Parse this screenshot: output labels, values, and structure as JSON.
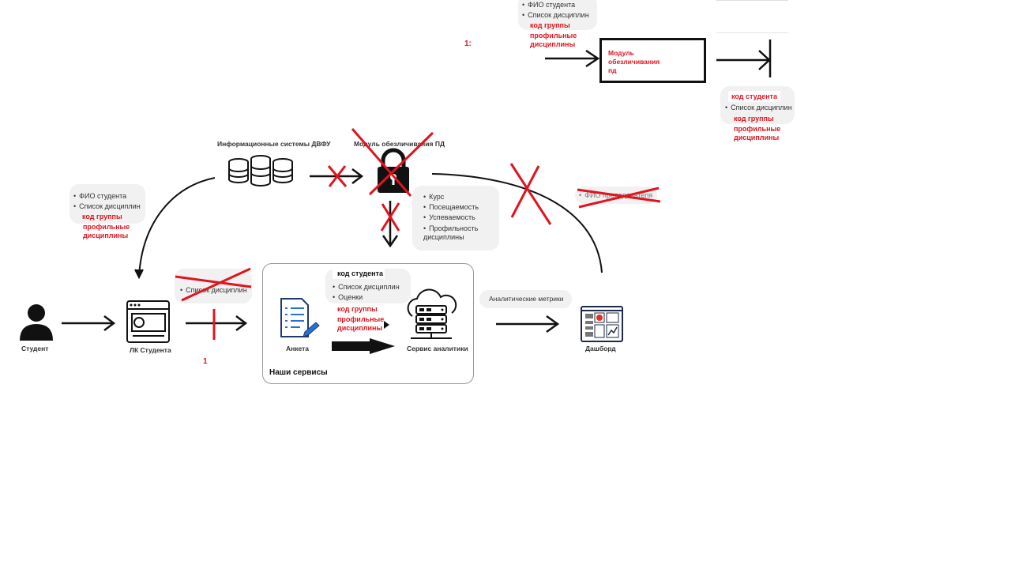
{
  "top_right": {
    "note_number": "1:",
    "bubble1": {
      "items": [
        "ФИО студента",
        "Список дисциплин"
      ],
      "red": [
        "код группы",
        "профильные дисциплины"
      ]
    },
    "module_box": {
      "label": "Модуль обезличивания пд"
    },
    "bubble2": {
      "red_top": "код студента",
      "items": [
        "Список дисциплин"
      ],
      "red": [
        "код группы",
        "профильные дисциплины"
      ]
    }
  },
  "nodes": {
    "info_systems": "Информационные системы ДВФУ",
    "anon_module": "Модуль обезличивания ПД",
    "student": "Студент",
    "lk_student": "ЛК Студента",
    "form": "Анкета",
    "analytics_service": "Сервис аналитики",
    "dashboard": "Дашборд",
    "our_services": "Наши сервисы"
  },
  "bubbles": {
    "left": {
      "items": [
        "ФИО студента",
        "Список дисциплин"
      ],
      "red": [
        "код группы",
        "профильные дисциплины"
      ]
    },
    "anon_out": {
      "items": [
        "Курс",
        "Посещаемость",
        "Успеваемость",
        "Профильность дисциплины"
      ]
    },
    "crossed_right": {
      "items": [
        "ФИО преподавателя"
      ]
    },
    "crossed_lk": {
      "items": [
        "Список дисциплин"
      ]
    },
    "services": {
      "red_top": "код студента",
      "items": [
        "Список дисциплин",
        "Оценки"
      ],
      "red": [
        "код группы",
        "профильные дисциплины"
      ]
    },
    "metrics": {
      "label": "Аналитические метрики"
    }
  },
  "annotation_one": "1",
  "colors": {
    "red": "#e0141e",
    "bubble": "#f1f1f1",
    "ink": "#111111"
  }
}
